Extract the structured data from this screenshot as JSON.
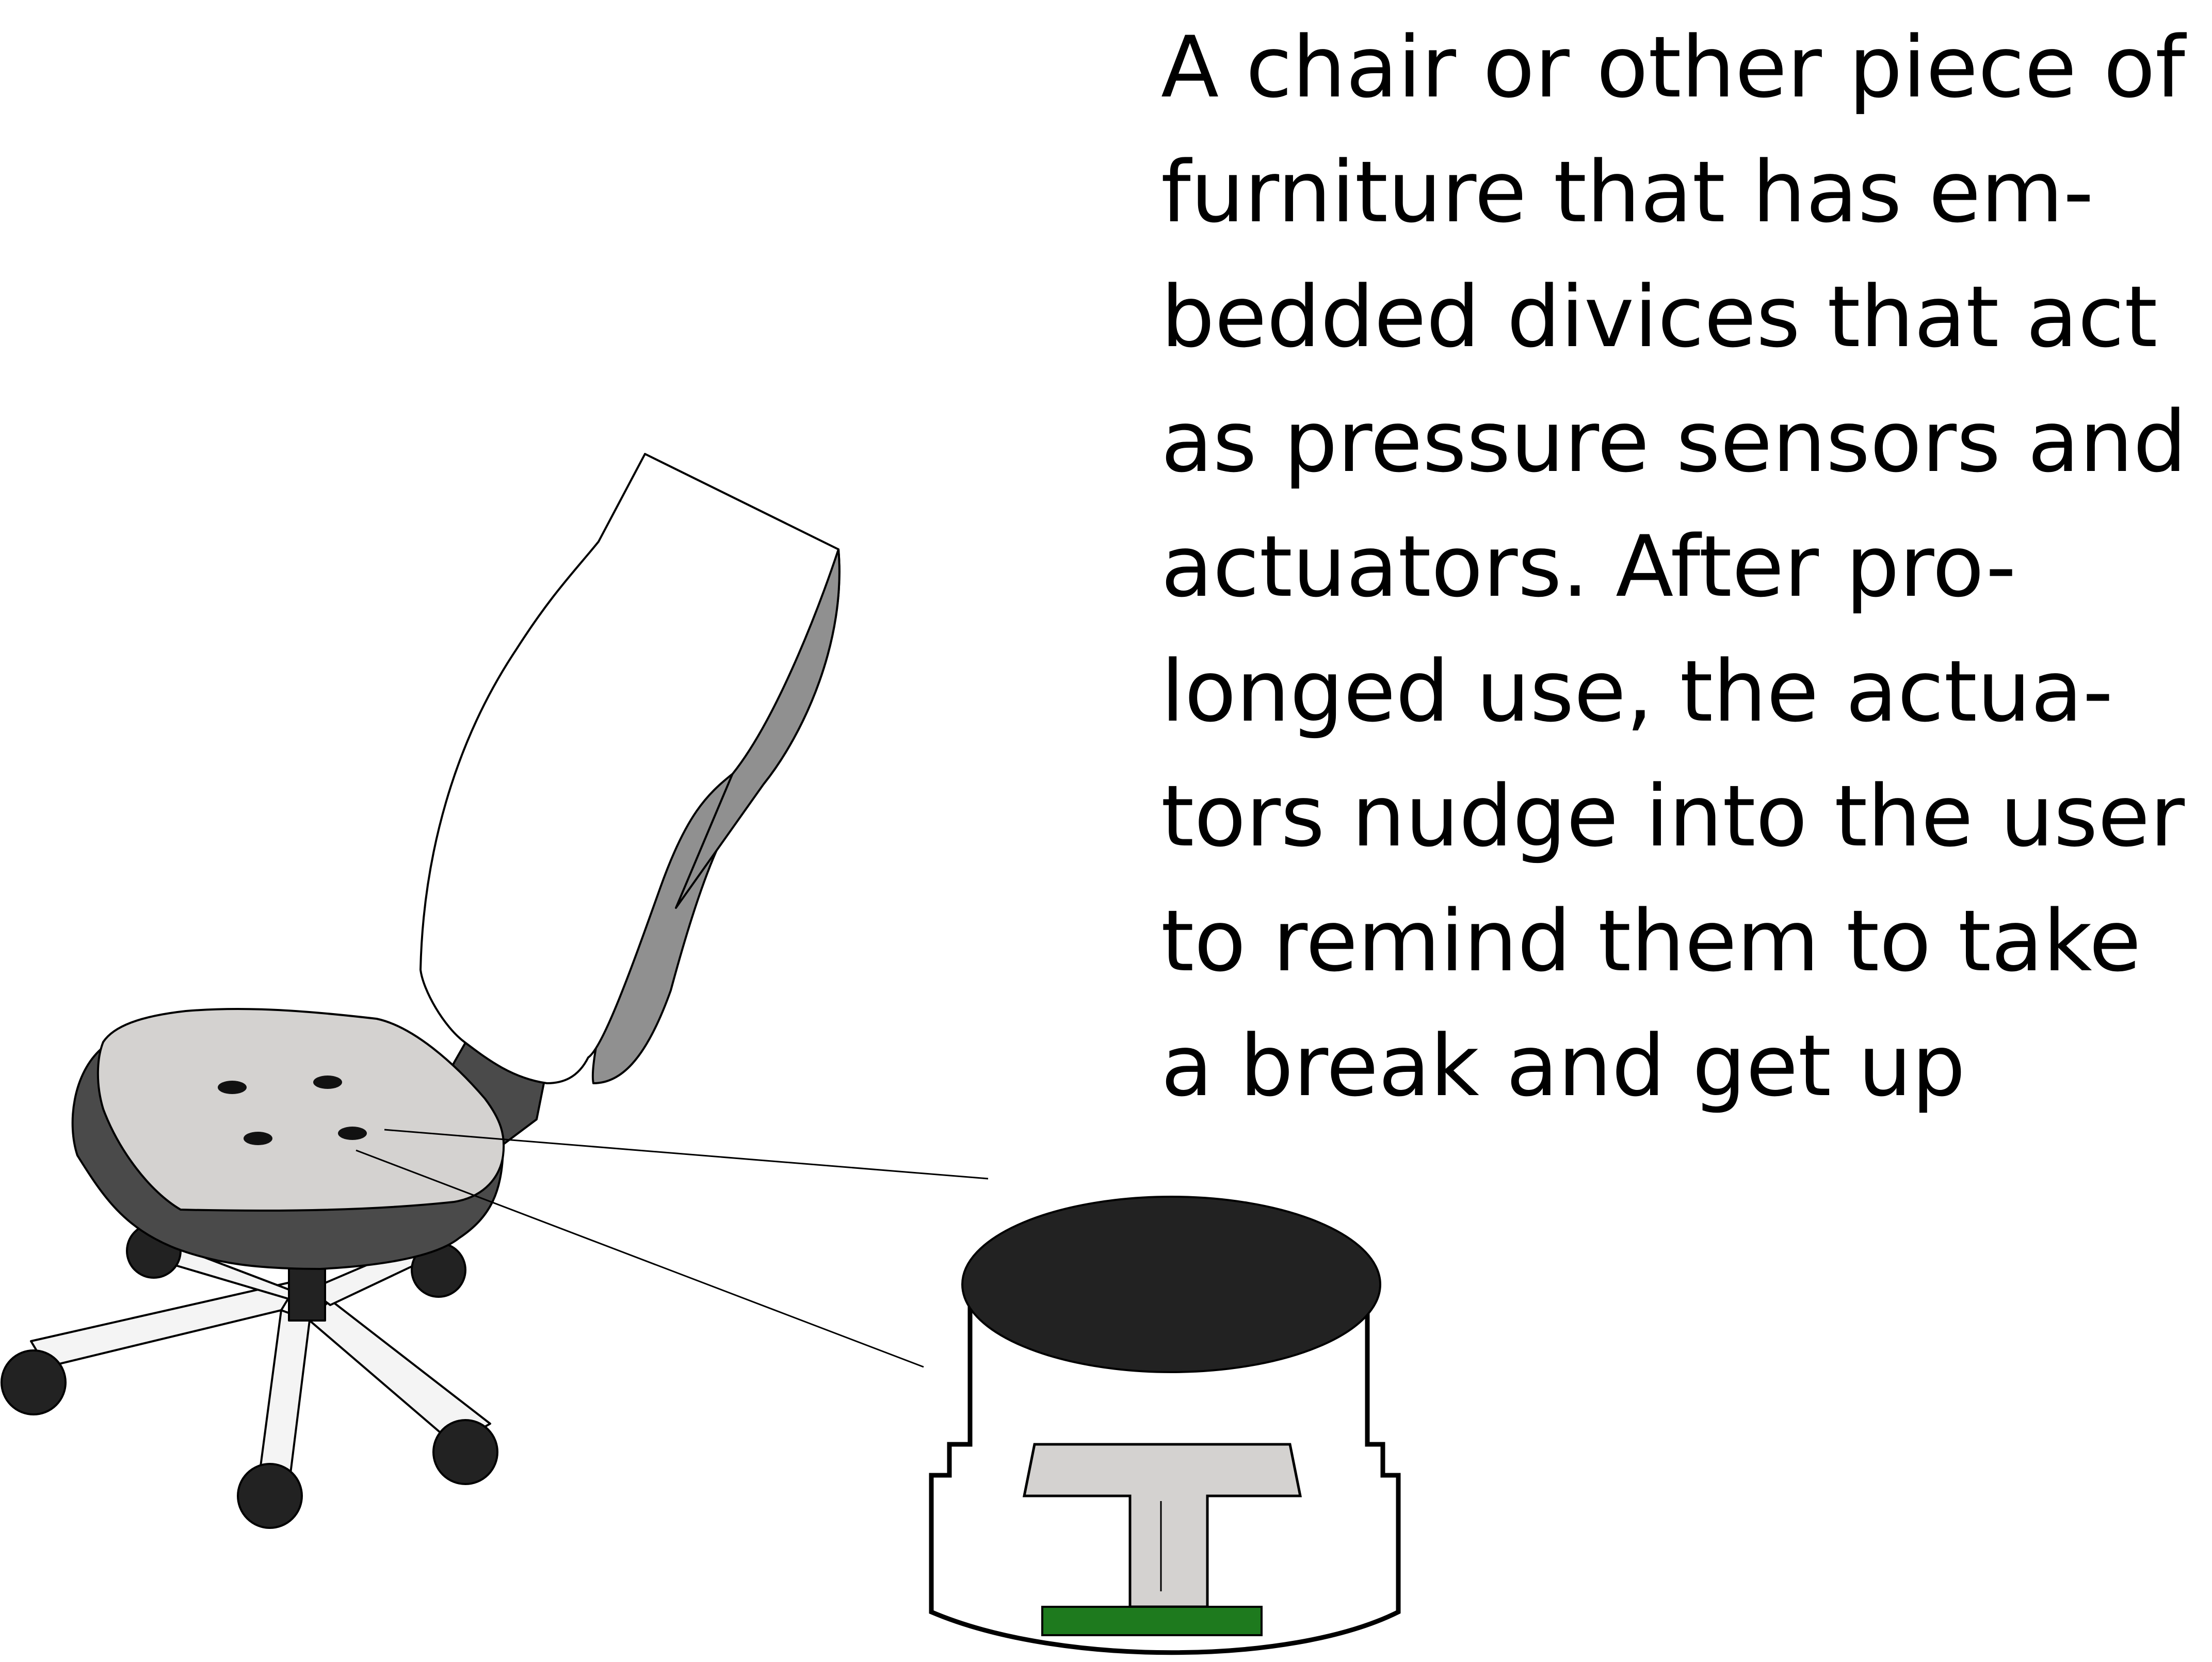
{
  "caption": {
    "lines": [
      "A chair or other piece of",
      "furniture that has em-",
      "bedded divices that act",
      "as pressure sensors and",
      "actuators. After pro-",
      "longed use, the actua-",
      "tors nudge into the user",
      "to remind them to take",
      "a break and get up"
    ]
  },
  "colors": {
    "seat_top": "#d4d2d0",
    "seat_side": "#4a4a4a",
    "backrest": "#ffffff",
    "backrest_shadow": "#909090",
    "base": "#f4f4f4",
    "wheels": "#222222",
    "sensor_dots": "#111111",
    "device_cap": "#222222",
    "device_plunger": "#d4d2d0",
    "circuit_board": "#1e7a1e",
    "outline": "#000000"
  },
  "icons": {
    "chair": "office-chair-illustration",
    "device": "pressure-sensor-actuator-cutaway"
  }
}
